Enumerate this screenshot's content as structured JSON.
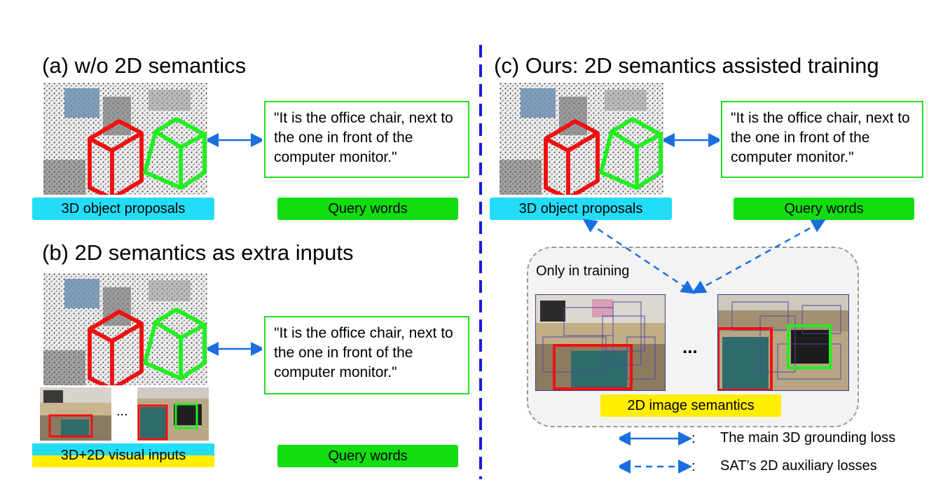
{
  "panel_a": {
    "title": "(a) w/o 2D semantics",
    "quote": "\"It is the office chair, next to the one in front of the computer monitor.\"",
    "proposals_label": "3D object proposals",
    "query_label": "Query words"
  },
  "panel_b": {
    "title": "(b) 2D semantics as extra inputs",
    "quote": "\"It is the office chair, next to the one in front of the computer monitor.\"",
    "ellipsis": "...",
    "inputs_label": "3D+2D visual inputs",
    "query_label": "Query words"
  },
  "panel_c": {
    "title": "(c) Ours: 2D semantics assisted training",
    "quote": "\"It is the office chair, next to the one in front of the computer monitor.\"",
    "proposals_label": "3D object proposals",
    "query_label": "Query words",
    "training_note": "Only in training",
    "ellipsis": "...",
    "semantics_label": "2D image semantics"
  },
  "legend": {
    "solid": "The main 3D grounding loss",
    "dashed": "SAT’s 2D auxiliary losses"
  },
  "colors": {
    "cyan": "#22ddf5",
    "green": "#11dd11",
    "yellow": "#ffee00",
    "red": "#ee1111",
    "arrow_blue": "#1a6fe0",
    "divider_blue": "#1a1adf"
  }
}
